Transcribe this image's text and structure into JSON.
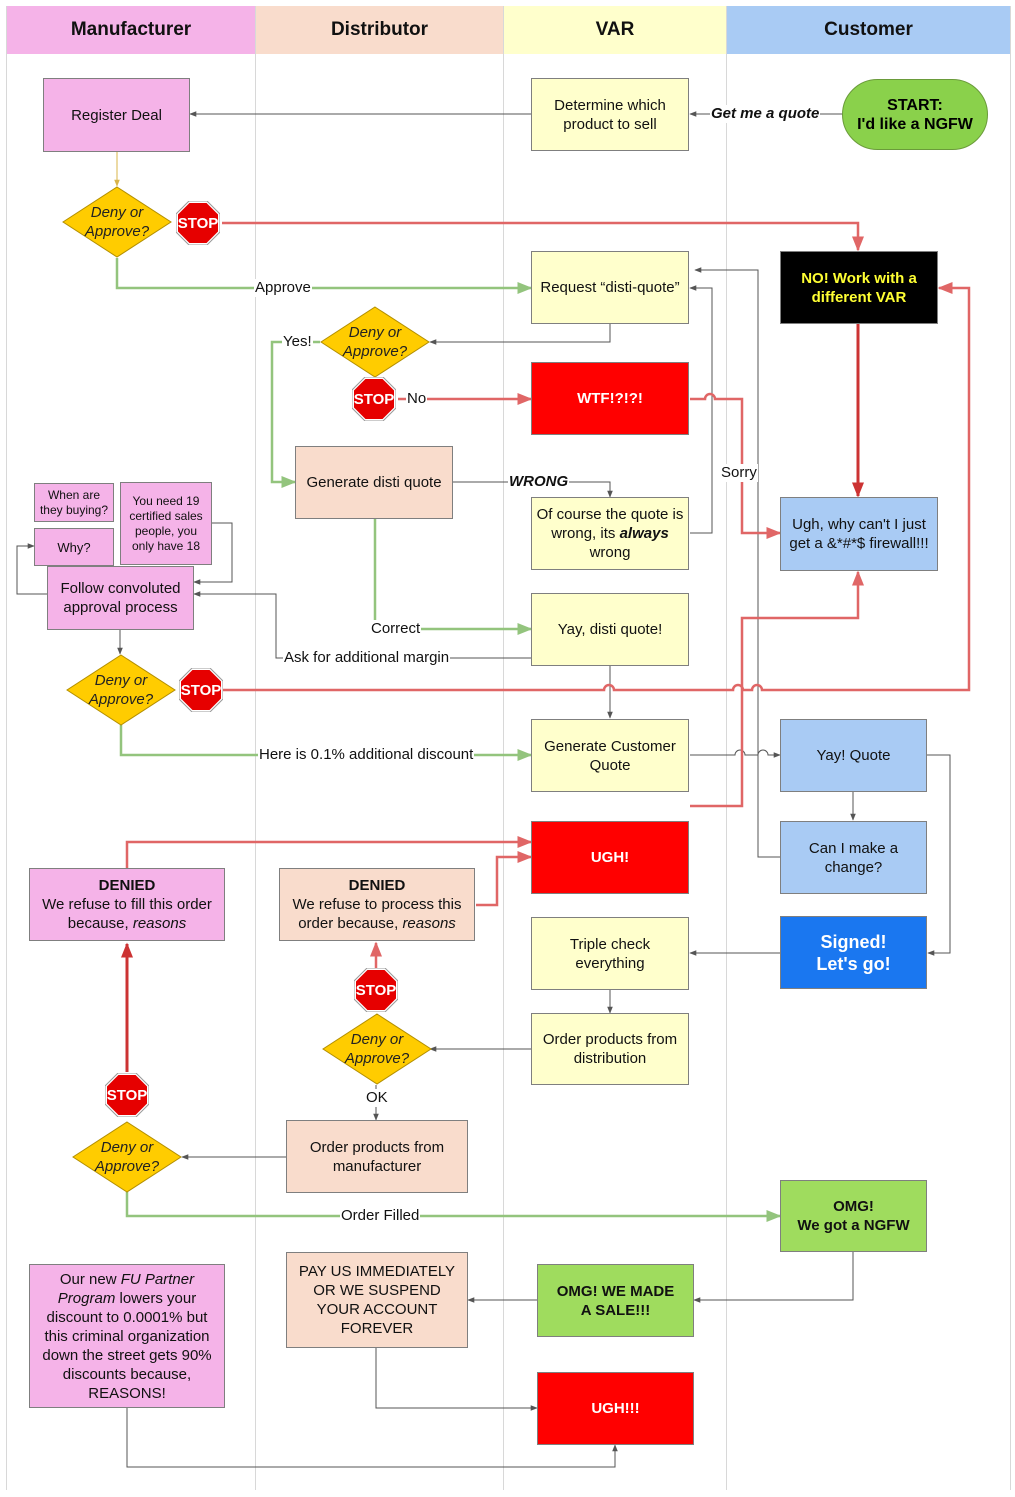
{
  "lanes": [
    "Manufacturer",
    "Distributor",
    "VAR",
    "Customer"
  ],
  "colors": {
    "manufacturer": "#f5b3e8",
    "distributor": "#f9dccc",
    "var": "#ffffcc",
    "customer": "#a9cbf4",
    "stop": "#ff0000",
    "black_box": "#000000",
    "green_box": "#9fdc5e",
    "bright_blue": "#1a77f0",
    "red_arrow": "#e06666",
    "green_arrow": "#93c47d"
  },
  "nodes": {
    "start_a": "START:",
    "start_b": "I'd like a NGFW",
    "determine": "Determine which product to sell",
    "register": "Register Deal",
    "deny1": "Deny or Approve?",
    "deny2": "Deny or Approve?",
    "deny3": "Deny or Approve?",
    "deny4": "Deny or Approve?",
    "deny5": "Deny or Approve?",
    "stop": "STOP",
    "nowork": "NO! Work with a different VAR",
    "request": "Request “disti-quote”",
    "wtf": "WTF!?!?!",
    "generate_disti": "Generate disti quote",
    "of_course_a": "Of course the quote is wrong, its",
    "of_course_b": "always",
    "of_course_c": "wrong",
    "ugh_firewall": "Ugh, why can't I just get a &*#*$ firewall!!!",
    "when": "When are they buying?",
    "nineteen": "You need 19 certified sales people, you only have 18",
    "why": "Why?",
    "convoluted": "Follow convoluted approval process",
    "yay_disti": "Yay, disti quote!",
    "gen_customer": "Generate Customer Quote",
    "yay_quote": "Yay! Quote",
    "can_change": "Can I make a change?",
    "ugh": "UGH!",
    "denied_m_a": "DENIED",
    "denied_m_b": "We refuse to fill this order because,",
    "denied_m_c": "reasons",
    "denied_d_a": "DENIED",
    "denied_d_b": "We refuse to process this order because,",
    "denied_d_c": "reasons",
    "triple": "Triple check everything",
    "signed_a": "Signed!",
    "signed_b": "Let's go!",
    "order_dist": "Order products from distribution",
    "order_man": "Order products from manufacturer",
    "omg_ngfw_a": "OMG!",
    "omg_ngfw_b": "We got a NGFW",
    "partner_a": "Our new",
    "partner_b": "FU Partner Program",
    "partner_c": "lowers your discount to 0.0001% but this criminal organization down the street gets 90% discounts because, REASONS!",
    "pay": "PAY US IMMEDIATELY OR WE SUSPEND YOUR ACCOUNT FOREVER",
    "omg_sale": "OMG! WE MADE A SALE!!!",
    "ugh3": "UGH!!!"
  },
  "labels": {
    "get_quote": "Get me a quote",
    "approve": "Approve",
    "yes": "Yes!",
    "no": "No",
    "wrong": "WRONG",
    "sorry": "Sorry",
    "correct": "Correct",
    "margin": "Ask for additional margin",
    "discount": "Here is 0.1%  additional discount",
    "ok": "OK",
    "filled": "Order Filled"
  }
}
